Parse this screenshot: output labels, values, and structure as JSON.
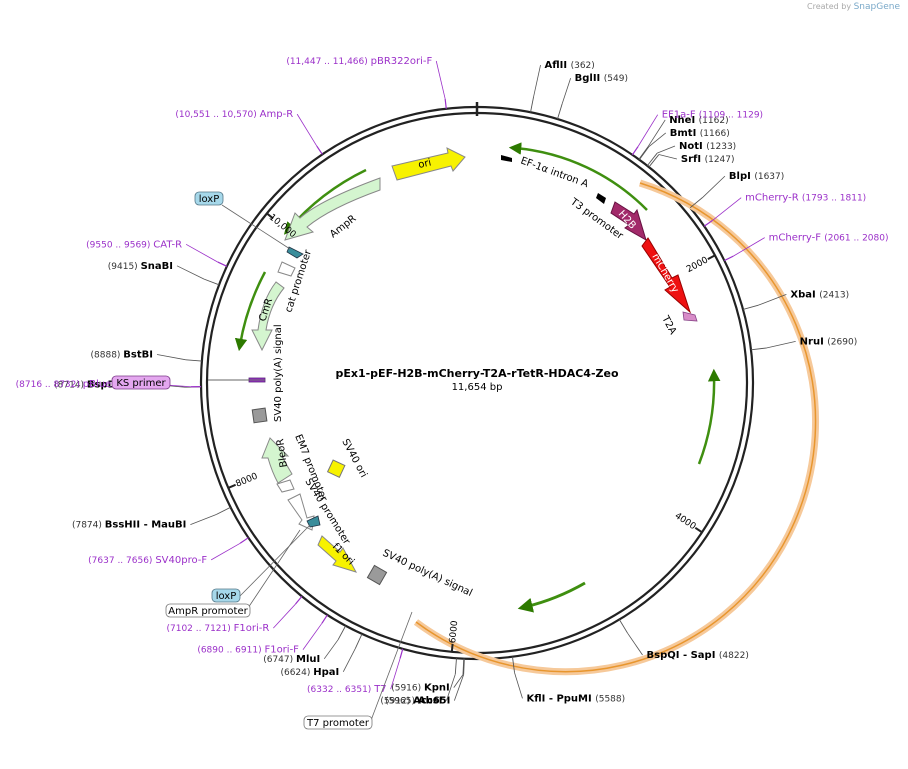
{
  "credit": {
    "created_by": "Created by",
    "brand": "SnapGene"
  },
  "plasmid": {
    "name": "pEx1-pEF-H2B-mCherry-T2A-rTetR-HDAC4-Zeo",
    "size": "11,654 bp",
    "length_bp": 11654
  },
  "colors": {
    "backbone": "#222222",
    "primer": "#9b30c9",
    "site": "#000000",
    "orange": "#f0a040",
    "green_arrow": "#4a9a1a"
  },
  "ticks": [
    {
      "bp": 2000,
      "label": "2000"
    },
    {
      "bp": 4000,
      "label": "4000"
    },
    {
      "bp": 6000,
      "label": "6000"
    },
    {
      "bp": 8000,
      "label": "8000"
    },
    {
      "bp": 10000,
      "label": "10,000"
    }
  ],
  "sites": [
    {
      "name": "AflII",
      "pos": "(362)",
      "bp": 362,
      "side": "r"
    },
    {
      "name": "BglII",
      "pos": "(549)",
      "bp": 549,
      "side": "r"
    },
    {
      "name": "NheI",
      "pos": "(1162)",
      "bp": 1162,
      "side": "r"
    },
    {
      "name": "BmtI",
      "pos": "(1166)",
      "bp": 1166,
      "side": "r"
    },
    {
      "name": "NotI",
      "pos": "(1233)",
      "bp": 1233,
      "side": "r"
    },
    {
      "name": "SrfI",
      "pos": "(1247)",
      "bp": 1247,
      "side": "r"
    },
    {
      "name": "BlpI",
      "pos": "(1637)",
      "bp": 1637,
      "side": "r"
    },
    {
      "name": "XbaI",
      "pos": "(2413)",
      "bp": 2413,
      "side": "r"
    },
    {
      "name": "NruI",
      "pos": "(2690)",
      "bp": 2690,
      "side": "r"
    },
    {
      "name": "BspQI   - SapI",
      "pos": "(4822)",
      "bp": 4822,
      "side": "r"
    },
    {
      "name": "KflI   - PpuMI",
      "pos": "(5588)",
      "bp": 5588,
      "side": "r"
    },
    {
      "name": "Acc65I",
      "pos": "(5912)",
      "bp": 5912,
      "side": "r"
    },
    {
      "name": "KpnI",
      "pos": "(5916)",
      "bp": 5916,
      "side": "l"
    },
    {
      "name": "AbsI",
      "pos": "(5965)",
      "bp": 5965,
      "side": "l"
    },
    {
      "name": "HpaI",
      "pos": "(6624)",
      "bp": 6624,
      "side": "l"
    },
    {
      "name": "MluI",
      "pos": "(6747)",
      "bp": 6747,
      "side": "l"
    },
    {
      "name": "BssHII   - MauBI",
      "pos": "(7874)",
      "bp": 7874,
      "side": "l"
    },
    {
      "name": "BspDI   - ClaI",
      "pos": "(8714)",
      "bp": 8714,
      "side": "l"
    },
    {
      "name": "BstBI",
      "pos": "(8888)",
      "bp": 8888,
      "side": "l"
    },
    {
      "name": "SnaBI",
      "pos": "(9415)",
      "bp": 9415,
      "side": "l"
    }
  ],
  "primers": [
    {
      "name": "pBR322ori-F",
      "range": "(11,447 .. 11,466)",
      "bp": 11447,
      "side": "l"
    },
    {
      "name": "Amp-R",
      "range": "(10,551 .. 10,570)",
      "bp": 10551,
      "side": "l"
    },
    {
      "name": "EF1a-F",
      "range": "(1109 .. 1129)",
      "bp": 1109,
      "side": "r"
    },
    {
      "name": "mCherry-R",
      "range": "(1793 .. 1811)",
      "bp": 1793,
      "side": "r"
    },
    {
      "name": "mCherry-F",
      "range": "(2061 .. 2080)",
      "bp": 2061,
      "side": "r"
    },
    {
      "name": "CAT-R",
      "range": "(9550 .. 9569)",
      "bp": 9550,
      "side": "l"
    },
    {
      "name": "pBluescriptKS",
      "range": "(8716 .. 8732)",
      "bp": 8716,
      "side": "l"
    },
    {
      "name": "SV40pro-F",
      "range": "(7637 .. 7656)",
      "bp": 7637,
      "side": "l"
    },
    {
      "name": "F1ori-R",
      "range": "(7102 .. 7121)",
      "bp": 7102,
      "side": "l"
    },
    {
      "name": "F1ori-F",
      "range": "(6890 .. 6911)",
      "bp": 6890,
      "side": "l"
    },
    {
      "name": "T7",
      "range": "(6332 .. 6351)",
      "bp": 6332,
      "side": "l"
    }
  ],
  "boxed": [
    {
      "name": "loxP",
      "style": "blue"
    },
    {
      "name": "KS primer",
      "style": "purple"
    },
    {
      "name": "loxP",
      "style": "blue"
    },
    {
      "name": "AmpR promoter",
      "style": "white"
    },
    {
      "name": "T7 promoter",
      "style": "white"
    }
  ],
  "features": [
    {
      "name": "ori",
      "color": "#f7f200",
      "outline": "#777777"
    },
    {
      "name": "AmpR",
      "color": "#d4f5cf",
      "outline": "#777777"
    },
    {
      "name": "CmR",
      "color": "#d4f5cf",
      "outline": "#777777"
    },
    {
      "name": "cat promoter",
      "color": "#ffffff",
      "outline": "#777777"
    },
    {
      "name": "SV40 poly(A) signal",
      "color": "#9a9a9a",
      "outline": "#555555"
    },
    {
      "name": "BleoR",
      "color": "#d4f5cf",
      "outline": "#777777"
    },
    {
      "name": "EM7 promoter",
      "color": "#ffffff",
      "outline": "#777777"
    },
    {
      "name": "SV40 promoter",
      "color": "#ffffff",
      "outline": "#777777"
    },
    {
      "name": "SV40 ori",
      "color": "#f7f200",
      "outline": "#777777"
    },
    {
      "name": "f1 ori",
      "color": "#f7f200",
      "outline": "#777777"
    },
    {
      "name": "SV40 poly(A) signal",
      "color": "#9a9a9a",
      "outline": "#555555"
    },
    {
      "name": "EF-1α intron A",
      "color": "#000000",
      "outline": "#000000"
    },
    {
      "name": "T3 promoter",
      "color": "#000000",
      "outline": "#000000"
    },
    {
      "name": "H2B",
      "color": "#a22a6a",
      "outline": "#661040"
    },
    {
      "name": "mCherry",
      "color": "#ee1111",
      "outline": "#990000"
    },
    {
      "name": "T2A",
      "color": "#d88cc8",
      "outline": "#884488"
    }
  ]
}
